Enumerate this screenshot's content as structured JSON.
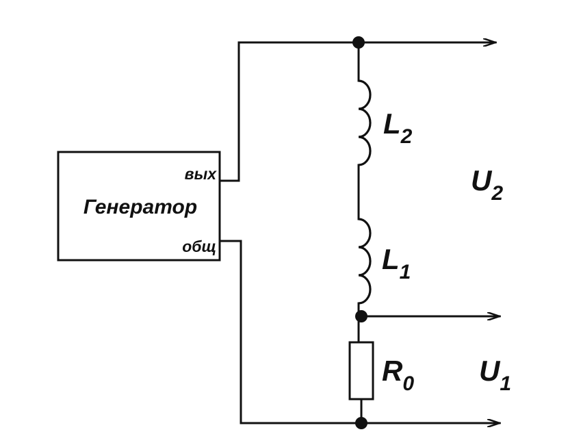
{
  "diagram": {
    "generator": {
      "title": "Генератор",
      "port_out": "вых",
      "port_common": "общ"
    },
    "components": {
      "L2": {
        "letter": "L",
        "sub": "2"
      },
      "L1": {
        "letter": "L",
        "sub": "1"
      },
      "R0": {
        "letter": "R",
        "sub": "0"
      }
    },
    "outputs": {
      "U2": {
        "letter": "U",
        "sub": "2"
      },
      "U1": {
        "letter": "U",
        "sub": "1"
      }
    }
  }
}
